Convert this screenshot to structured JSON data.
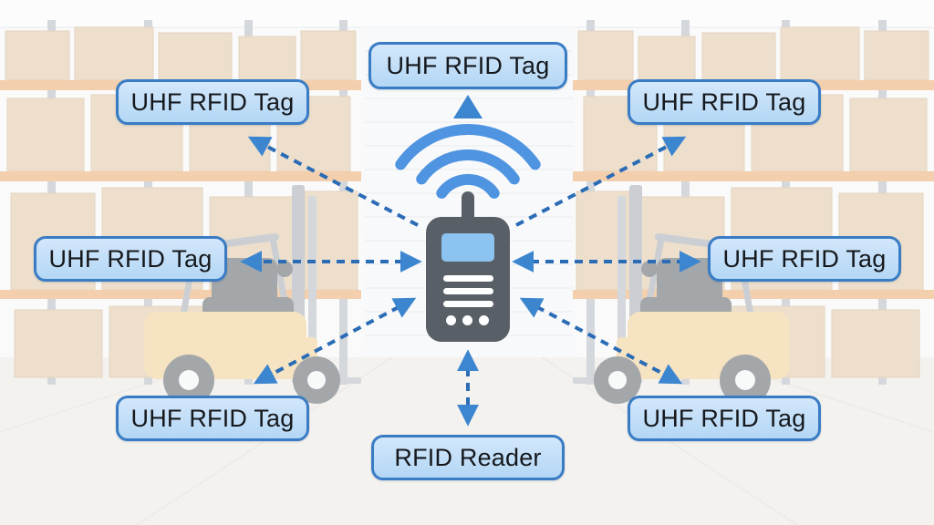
{
  "diagram": {
    "device": {
      "type": "handheld RFID reader",
      "signal_icon": "wifi-waves",
      "screen_icon": "blue-display",
      "buttons": "three bars and three dots"
    },
    "labels": {
      "top_center": "UHF RFID Tag",
      "top_left": "UHF RFID Tag",
      "top_right": "UHF RFID Tag",
      "mid_left": "UHF RFID Tag",
      "mid_right": "UHF RFID Tag",
      "bottom_left": "UHF RFID Tag",
      "bottom_right": "UHF RFID Tag",
      "bottom_center": "RFID Reader"
    },
    "connections": [
      {
        "from": "reader",
        "to": "top_center",
        "style": "dashed",
        "arrows": "to-target"
      },
      {
        "from": "reader",
        "to": "top_left",
        "style": "dashed",
        "arrows": "to-target"
      },
      {
        "from": "reader",
        "to": "top_right",
        "style": "dashed",
        "arrows": "to-target"
      },
      {
        "from": "reader",
        "to": "mid_left",
        "style": "dashed",
        "arrows": "bidirectional"
      },
      {
        "from": "reader",
        "to": "mid_right",
        "style": "dashed",
        "arrows": "bidirectional"
      },
      {
        "from": "reader",
        "to": "bottom_left",
        "style": "dashed",
        "arrows": "bidirectional"
      },
      {
        "from": "reader",
        "to": "bottom_right",
        "style": "dashed",
        "arrows": "bidirectional"
      },
      {
        "from": "reader",
        "to": "bottom_center",
        "style": "dashed",
        "arrows": "bidirectional"
      }
    ]
  },
  "background": {
    "scene": "faded warehouse with pallet racks of cardboard boxes, a roller door and two yellow forklifts"
  },
  "colors": {
    "label_fill_top": "#d3e7fb",
    "label_fill_bottom": "#b3d7f5",
    "label_border": "#3a7cc4",
    "label_text": "#15181c",
    "arrow_line": "#2a6cb5",
    "arrow_head": "#3c86d0",
    "wifi_blue": "#4e94e0",
    "device_body": "#585f66",
    "device_screen": "#8cc3f1"
  }
}
